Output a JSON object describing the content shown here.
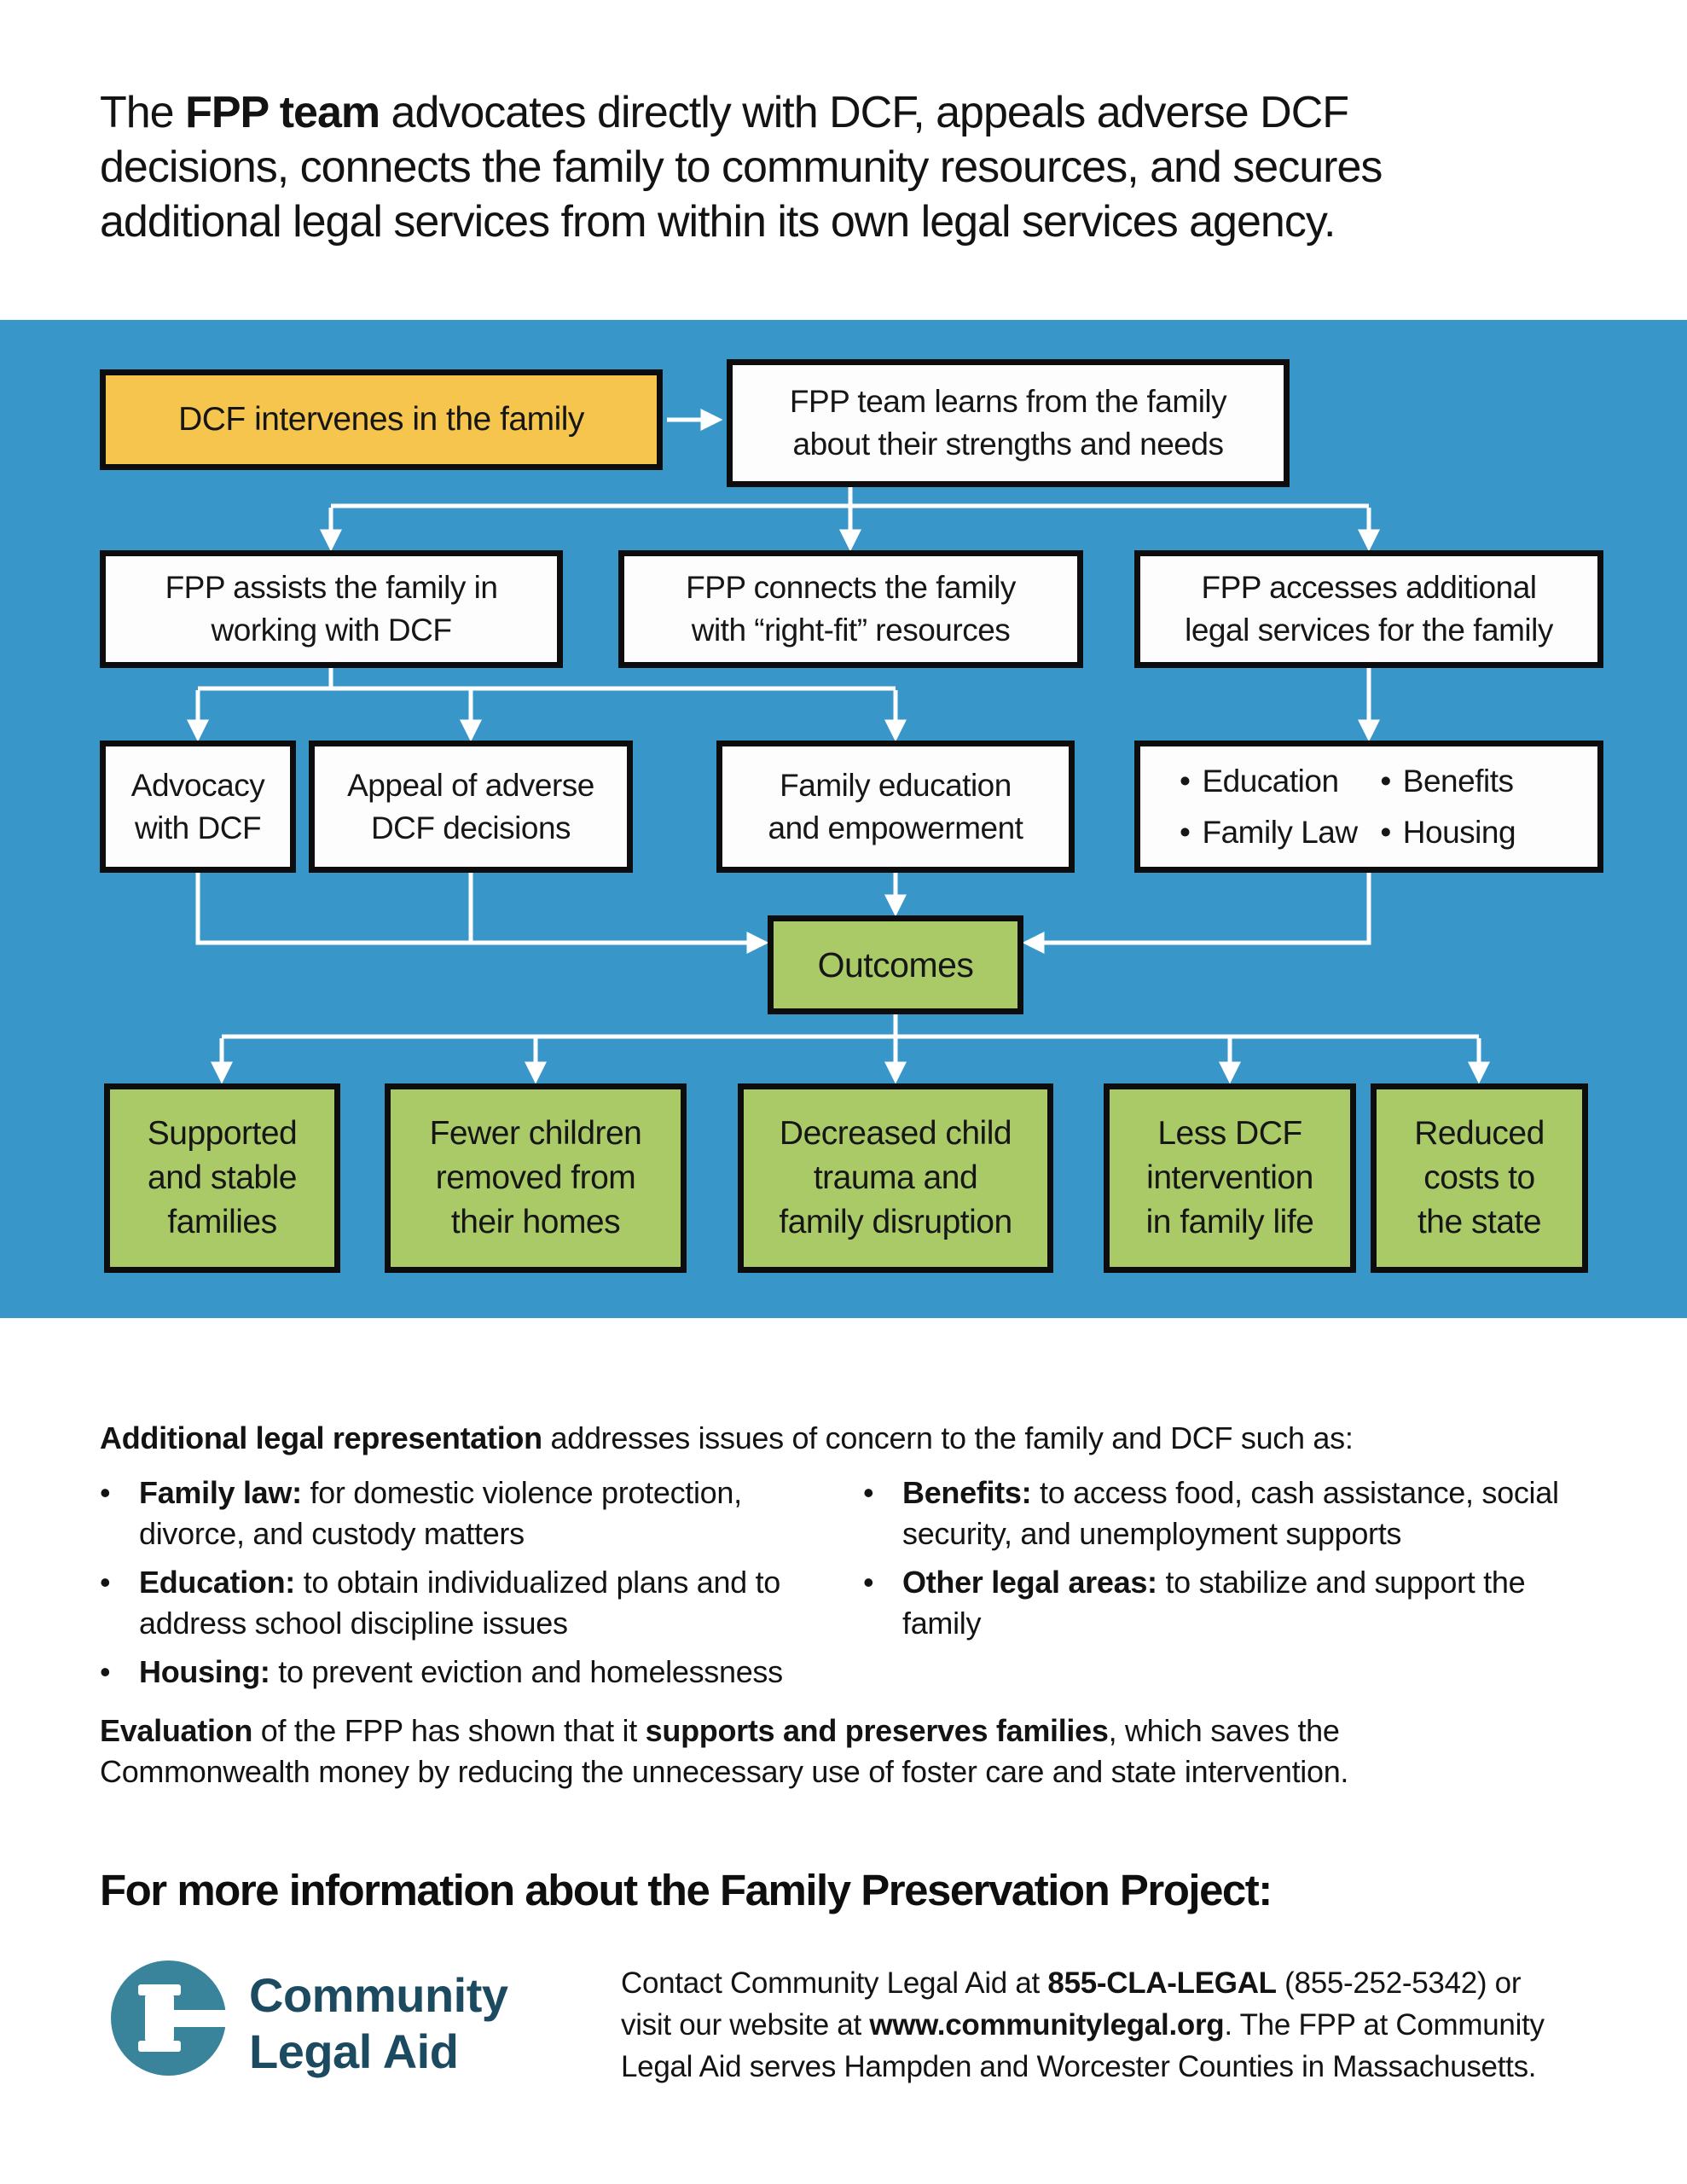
{
  "colors": {
    "band": "#3996C8",
    "yellow": "#F5C54E",
    "green": "#A9CA66",
    "bdr": "#0D0D0D",
    "arrow": "#FFFFFF",
    "logoteal": "#39839B",
    "logotext": "#1C4B61",
    "ink": "#141414"
  },
  "intro": {
    "lines": [
      [
        {
          "t": "The ",
          "b": 0
        },
        {
          "t": "FPP team",
          "b": 1
        },
        {
          "t": " advocates directly with DCF, appeals adverse DCF",
          "b": 0
        }
      ],
      [
        {
          "t": "decisions, connects the family to community resources, and secures",
          "b": 0
        }
      ],
      [
        {
          "t": "additional legal services from within its own legal services agency.",
          "b": 0
        }
      ]
    ]
  },
  "flow": {
    "dcf_intervenes": {
      "label": "DCF intervenes in the family"
    },
    "fpp_learns": {
      "lines": [
        "FPP team learns from the family",
        "about their strengths and needs"
      ]
    },
    "assists": {
      "lines": [
        "FPP assists the family in",
        "working with DCF"
      ]
    },
    "connects": {
      "lines": [
        "FPP connects the family",
        "with “right-fit” resources"
      ]
    },
    "accesses": {
      "lines": [
        "FPP accesses additional",
        "legal services for the family"
      ]
    },
    "advocacy": {
      "lines": [
        "Advocacy",
        "with DCF"
      ]
    },
    "appeal": {
      "lines": [
        "Appeal of adverse",
        "DCF decisions"
      ]
    },
    "family_education": {
      "lines": [
        "Family education",
        "and empowerment"
      ]
    },
    "legal_areas": {
      "bullet": "•",
      "items": [
        "Education",
        "Benefits",
        "Family Law",
        "Housing"
      ]
    },
    "outcomes": {
      "label": "Outcomes"
    },
    "outcome_boxes": [
      {
        "lines": [
          "Supported",
          "and stable",
          "families"
        ]
      },
      {
        "lines": [
          "Fewer children",
          "removed from",
          "their homes"
        ]
      },
      {
        "lines": [
          "Decreased child",
          "trauma and",
          "family disruption"
        ]
      },
      {
        "lines": [
          "Less DCF",
          "intervention",
          "in family life"
        ]
      },
      {
        "lines": [
          "Reduced",
          "costs to",
          "the state"
        ]
      }
    ]
  },
  "additional": {
    "bullet": "•",
    "lead": [
      {
        "t": "Additional legal representation",
        "b": 1
      },
      {
        "t": " addresses issues of concern to the family and DCF such as:",
        "b": 0
      }
    ],
    "left": [
      [
        {
          "t": "Family law:",
          "b": 1
        },
        {
          "t": " for domestic violence protection, divorce, and custody matters",
          "b": 0
        }
      ],
      [
        {
          "t": "Education:",
          "b": 1
        },
        {
          "t": " to obtain individualized plans and to address school discipline issues",
          "b": 0
        }
      ],
      [
        {
          "t": "Housing:",
          "b": 1
        },
        {
          "t": " to prevent eviction and homelessness",
          "b": 0
        }
      ]
    ],
    "right": [
      [
        {
          "t": "Benefits:",
          "b": 1
        },
        {
          "t": " to access food, cash assistance, social security, and unemployment supports",
          "b": 0
        }
      ],
      [
        {
          "t": "Other legal areas:",
          "b": 1
        },
        {
          "t": " to stabilize and support the family",
          "b": 0
        }
      ]
    ]
  },
  "evaluation": {
    "lines": [
      [
        {
          "t": "Evaluation",
          "b": 1
        },
        {
          "t": " of the FPP has shown that it ",
          "b": 0
        },
        {
          "t": "supports and preserves families",
          "b": 1
        },
        {
          "t": ", which saves the",
          "b": 0
        }
      ],
      [
        {
          "t": "Commonwealth money by reducing the unnecessary use of foster care and state intervention.",
          "b": 0
        }
      ]
    ]
  },
  "more_info": {
    "heading": "For more information about the Family Preservation Project:"
  },
  "footer": {
    "logo": {
      "line1": "Community",
      "line2": "Legal Aid"
    },
    "contact_lines": [
      [
        {
          "t": "Contact Community Legal Aid at ",
          "b": 0
        },
        {
          "t": "855-CLA-LEGAL",
          "b": 1
        },
        {
          "t": " (855-252-5342) or",
          "b": 0
        }
      ],
      [
        {
          "t": "visit our website at ",
          "b": 0
        },
        {
          "t": "www.communitylegal.org",
          "b": 1
        },
        {
          "t": ". The FPP at Community",
          "b": 0
        }
      ],
      [
        {
          "t": "Legal Aid serves Hampden and Worcester Counties in Massachusetts.",
          "b": 0
        }
      ]
    ]
  }
}
